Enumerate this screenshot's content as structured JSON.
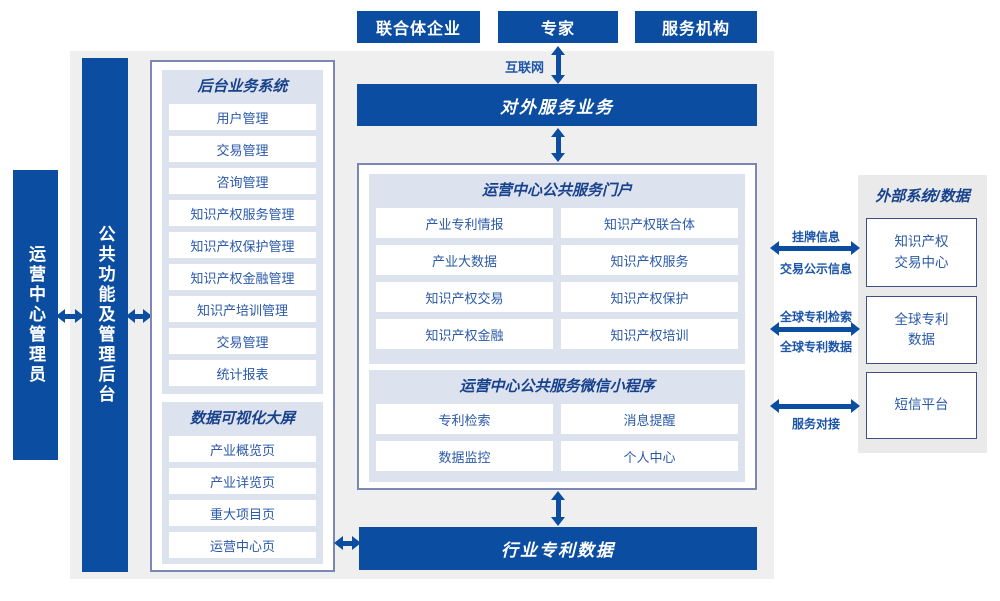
{
  "colors": {
    "primary_blue": "#0b4da1",
    "section_bg": "#dde2ef",
    "outline_border": "#7d87b5",
    "canvas_bg": "#efeff0",
    "heading_text": "#18428c",
    "item_text": "#2a59a8",
    "external_box_border": "#3f4f82"
  },
  "top_actors": [
    "联合体企业",
    "专家",
    "服务机构"
  ],
  "labels": {
    "internet": "互联网",
    "external_service_bar": "对外服务业务",
    "industry_patent_bar": "行业专利数据",
    "admin_rail": "运营中心管理员",
    "backend_rail": "公共功能及管理后台"
  },
  "backend_system": {
    "title": "后台业务系统",
    "items": [
      "用户管理",
      "交易管理",
      "咨询管理",
      "知识产权服务管理",
      "知识产权保护管理",
      "知识产权金融管理",
      "知识产培训管理",
      "交易管理",
      "统计报表"
    ]
  },
  "dashboard": {
    "title": "数据可视化大屏",
    "items": [
      "产业概览页",
      "产业详览页",
      "重大项目页",
      "运营中心页"
    ]
  },
  "portal": {
    "title": "运营中心公共服务门户",
    "items": [
      "产业专利情报",
      "知识产权联合体",
      "产业大数据",
      "知识产权服务",
      "知识产权交易",
      "知识产权保护",
      "知识产权金融",
      "知识产权培训"
    ]
  },
  "miniprogram": {
    "title": "运营中心公共服务微信小程序",
    "items": [
      "专利检索",
      "消息提醒",
      "数据监控",
      "个人中心"
    ]
  },
  "external_panel": {
    "title": "外部系统/数据",
    "systems": [
      "知识产权\n交易中心",
      "全球专利\n数据",
      "短信平台"
    ]
  },
  "flow_labels": {
    "listing_info": "挂牌信息",
    "trade_publicity": "交易公示信息",
    "global_patent_search": "全球专利检索",
    "global_patent_data": "全球专利数据",
    "service_link": "服务对接"
  }
}
